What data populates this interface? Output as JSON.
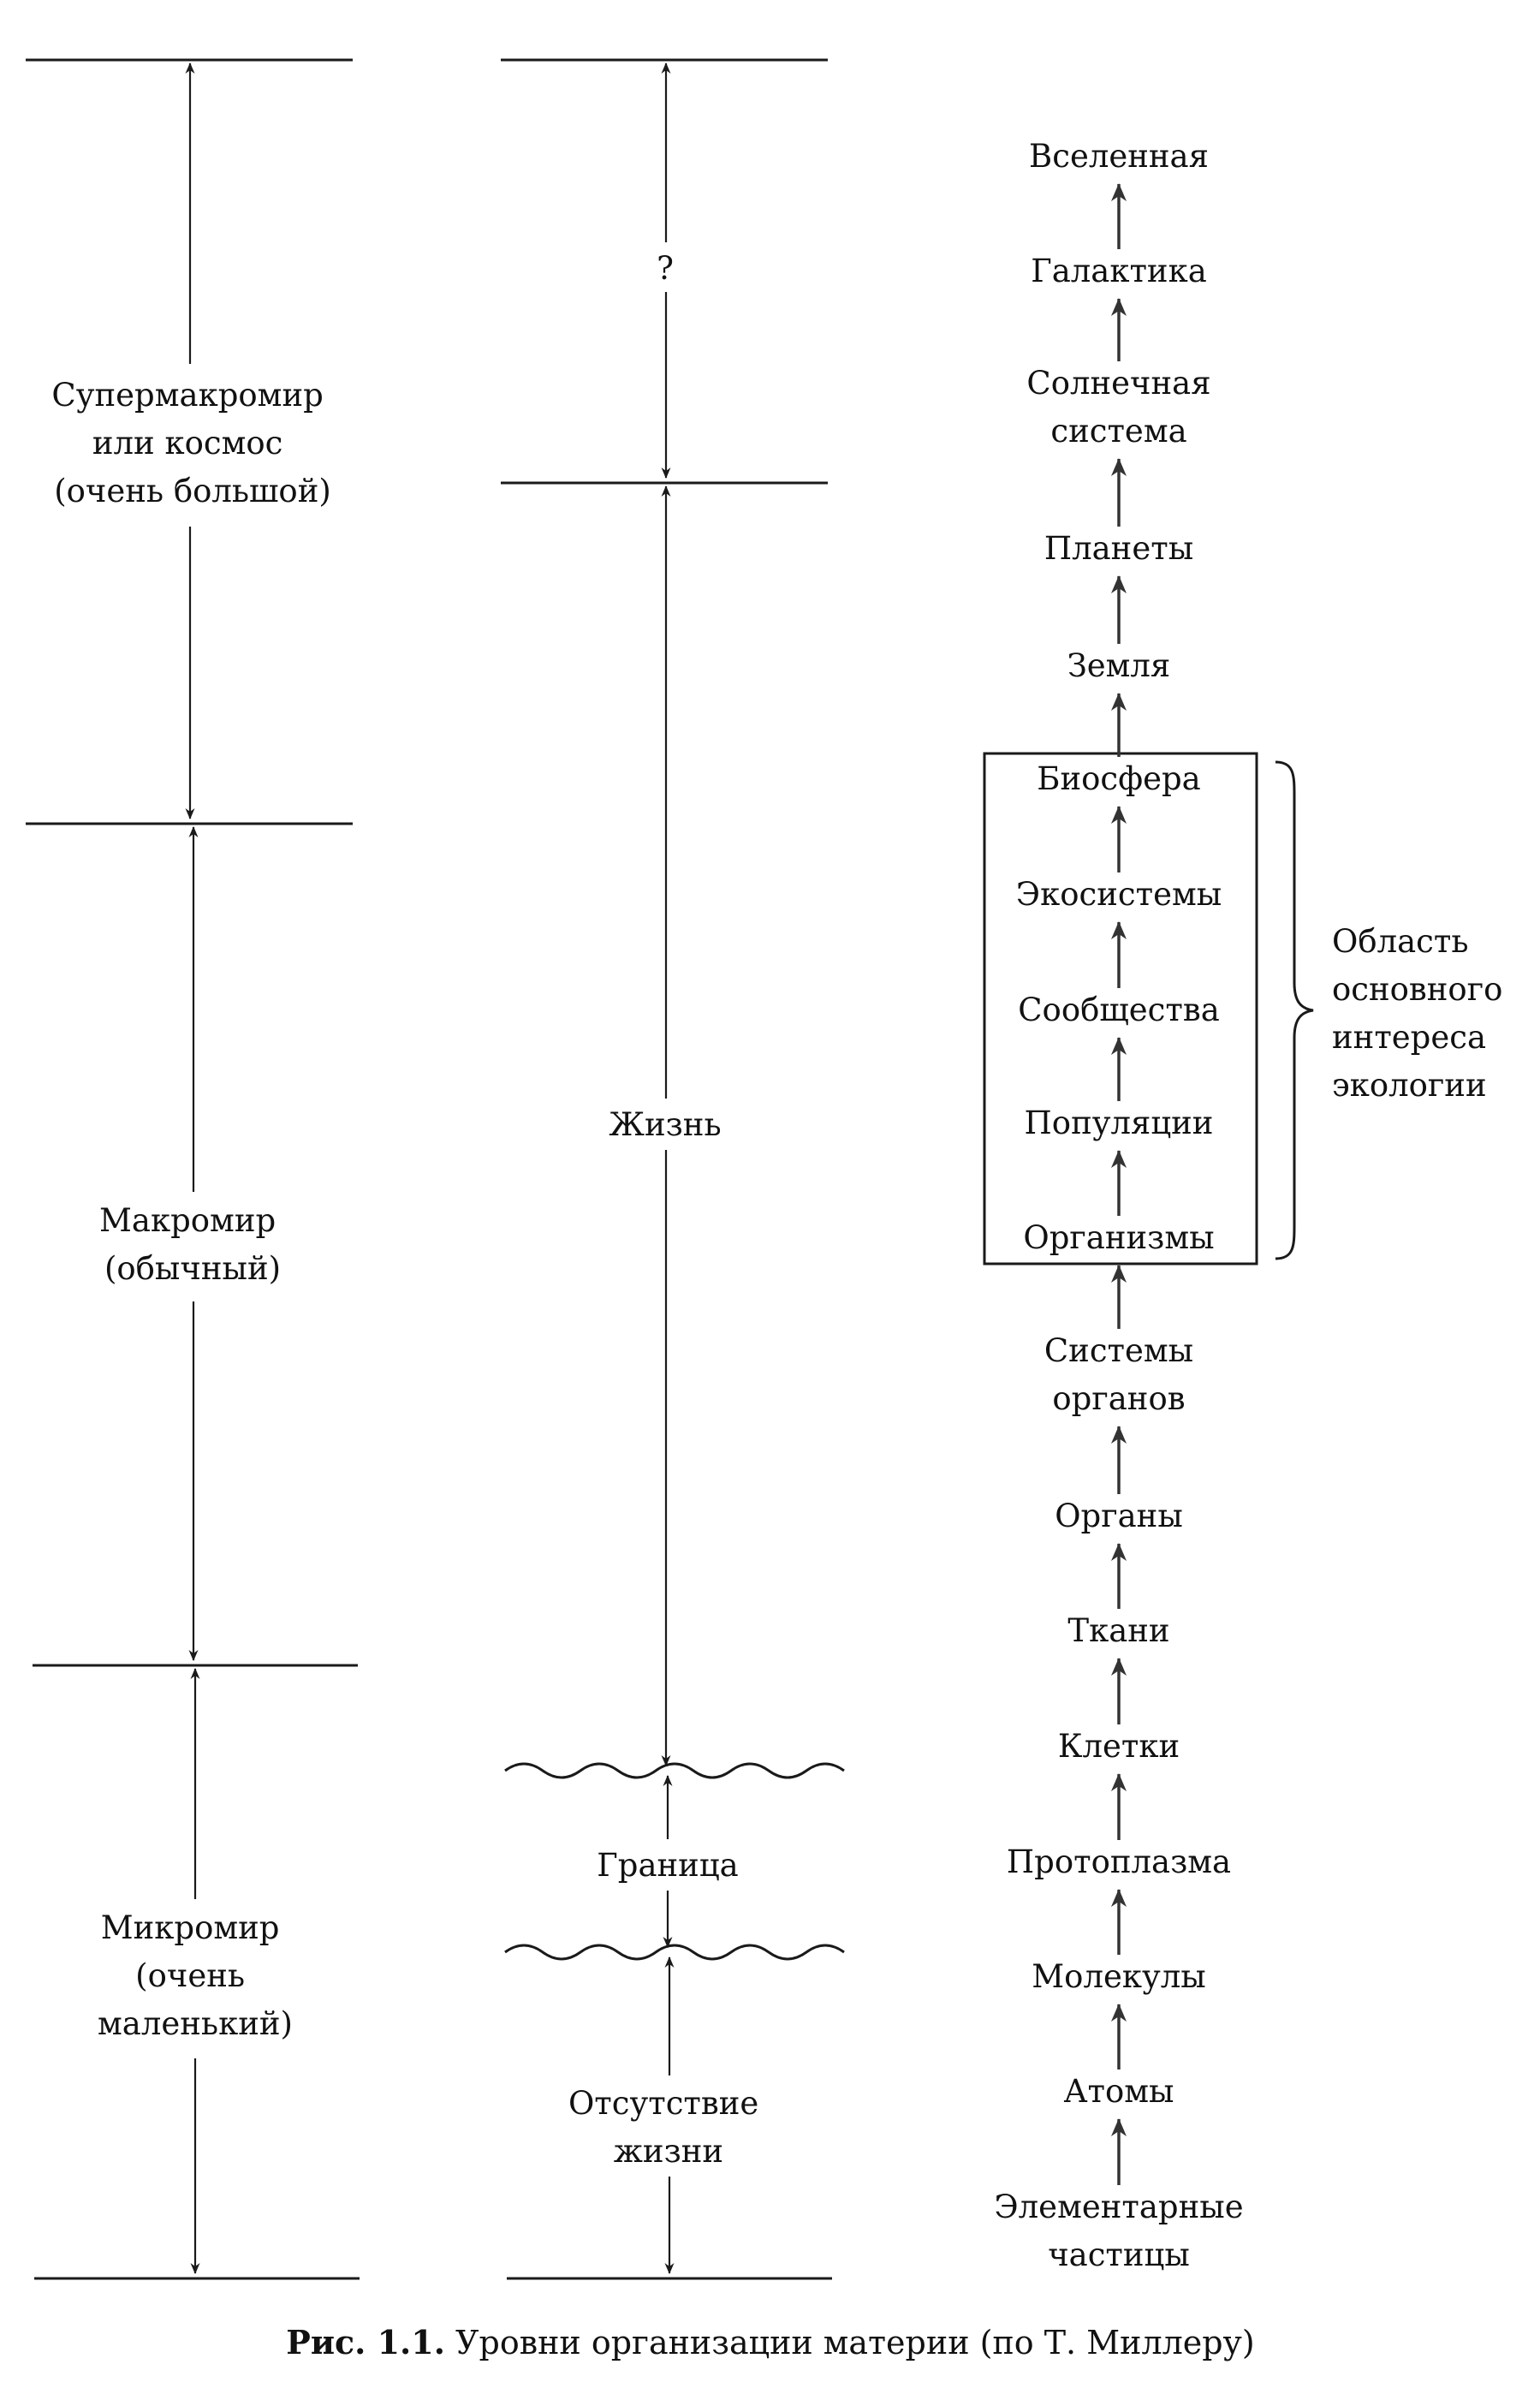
{
  "scale": {
    "world_labels": [
      [
        "Супермакромир",
        "или космос",
        "(очень большой)"
      ],
      [
        "Макромир",
        "(обычный)"
      ],
      [
        "Микромир",
        "(очень",
        "маленький)"
      ]
    ],
    "life_labels": {
      "unknown": "?",
      "life": "Жизнь",
      "boundary": "Граница",
      "no_life": [
        "Отсутствие",
        "жизни"
      ]
    }
  },
  "hierarchy": [
    [
      "Вселенная"
    ],
    [
      "Галактика"
    ],
    [
      "Солнечная",
      "система"
    ],
    [
      "Планеты"
    ],
    [
      "Земля"
    ],
    [
      "Биосфера"
    ],
    [
      "Экосистемы"
    ],
    [
      "Сообщества"
    ],
    [
      "Популяции"
    ],
    [
      "Организмы"
    ],
    [
      "Системы",
      "органов"
    ],
    [
      "Органы"
    ],
    [
      "Ткани"
    ],
    [
      "Клетки"
    ],
    [
      "Протоплазма"
    ],
    [
      "Молекулы"
    ],
    [
      "Атомы"
    ],
    [
      "Элементарные",
      "частицы"
    ]
  ],
  "ecology_area": [
    "Область",
    "основного",
    "интереса",
    "экологии"
  ],
  "caption": {
    "number": "Рис. 1.1.",
    "text": " Уровни организации материи (по Т. Миллеру)"
  }
}
